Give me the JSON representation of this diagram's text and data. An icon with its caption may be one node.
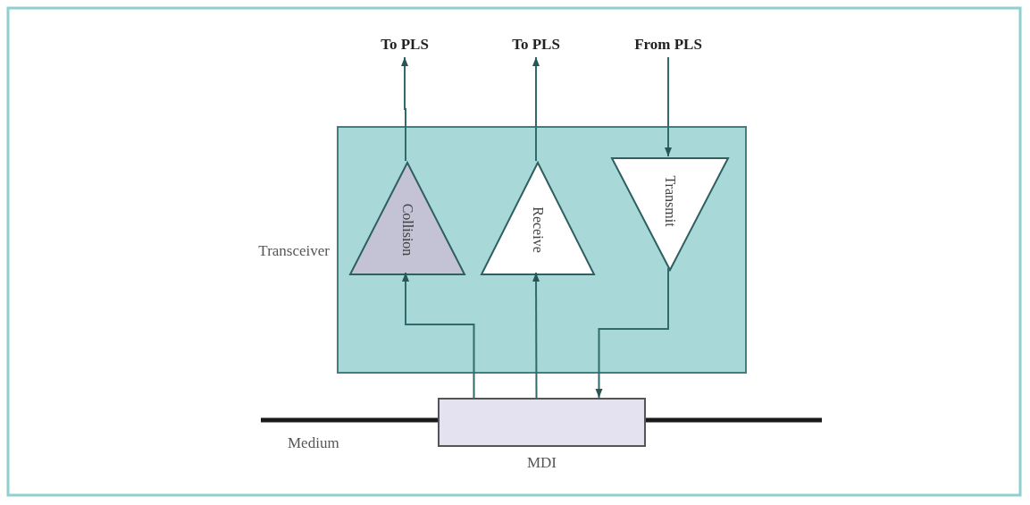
{
  "diagram": {
    "nodes": [
      {
        "text": [
          "Transceiver"
        ]
      },
      {
        "text": [
          "Collision"
        ],
        "in": 0
      },
      {
        "text": [
          "Receive"
        ],
        "in": 0
      },
      {
        "text": [
          "Transmit"
        ],
        "in": 0
      },
      {
        "text": [
          "MDI"
        ]
      },
      {
        "text": [
          "To PLS"
        ]
      },
      {
        "text": [
          "To PLS"
        ]
      },
      {
        "text": [
          "From PLS"
        ]
      }
    ],
    "edges": [
      {
        "from": 1,
        "to": 5,
        "arrow": "to"
      },
      {
        "from": 2,
        "to": 6,
        "arrow": "to"
      },
      {
        "from": 7,
        "to": 3,
        "arrow": "to"
      },
      {
        "from": 4,
        "to": 1,
        "arrow": "to"
      },
      {
        "from": 4,
        "to": 2,
        "arrow": "to"
      },
      {
        "from": 3,
        "to": 4,
        "arrow": "to"
      }
    ],
    "labels": [
      "Medium"
    ]
  }
}
